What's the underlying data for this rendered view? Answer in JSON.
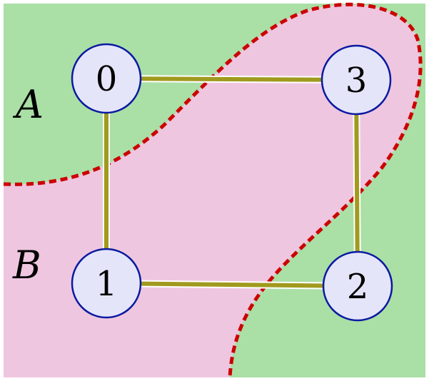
{
  "colors": {
    "region_a": "#aadfa6",
    "region_b": "#efc6e0",
    "cut": "#cc0000",
    "edge": "#a09a1e",
    "node_fill": "#e5e5fa",
    "node_stroke": "#0a1aa0"
  },
  "regions": [
    {
      "id": "A",
      "label": "A"
    },
    {
      "id": "B",
      "label": "B"
    }
  ],
  "nodes": [
    {
      "id": "0",
      "label": "0",
      "region": "A"
    },
    {
      "id": "1",
      "label": "1",
      "region": "B"
    },
    {
      "id": "2",
      "label": "2",
      "region": "A"
    },
    {
      "id": "3",
      "label": "3",
      "region": "B"
    }
  ],
  "edges": [
    {
      "from": "0",
      "to": "3"
    },
    {
      "from": "0",
      "to": "1"
    },
    {
      "from": "1",
      "to": "2"
    },
    {
      "from": "3",
      "to": "2"
    }
  ]
}
